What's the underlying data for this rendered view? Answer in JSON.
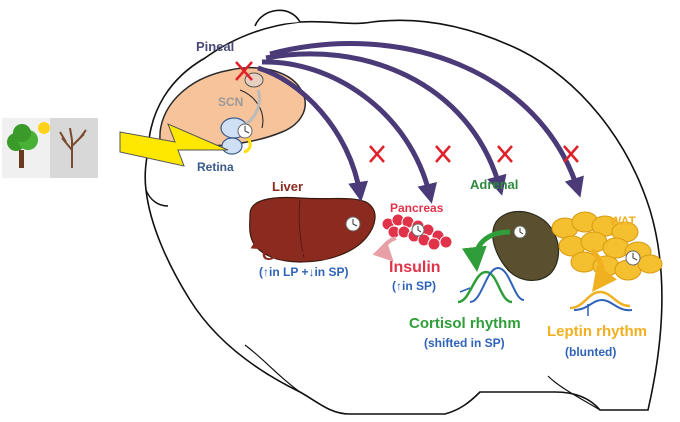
{
  "labels": {
    "pineal": "Pineal",
    "scn": "SCN",
    "retina": "Retina",
    "liver": "Liver",
    "pancreas": "Pancreas",
    "adrenal": "Adrenal",
    "wat": "WAT"
  },
  "outputs": {
    "glucose": "Glucose",
    "glucose_note": "(↑in LP +↓in SP)",
    "insulin": "Insulin",
    "insulin_note": "(↑in SP)",
    "cortisol": "Cortisol rhythm",
    "cortisol_note": "(shifted in SP)",
    "leptin": "Leptin rhythm",
    "leptin_note": "(blunted)"
  },
  "colors": {
    "arrow": "#4a3a78",
    "cross": "#e0202a",
    "liver": "#8b2a1e",
    "pancreas": "#e0334a",
    "adrenal": "#5a5030",
    "wat": "#f5c030",
    "brain": "#f6c39a",
    "light": "#ffe800",
    "note_blue": "#2e63b8"
  },
  "icons": [
    "summer-tree-icon",
    "winter-tree-icon",
    "sun-icon",
    "light-bolt-icon",
    "clock-icon",
    "cross-icon"
  ]
}
